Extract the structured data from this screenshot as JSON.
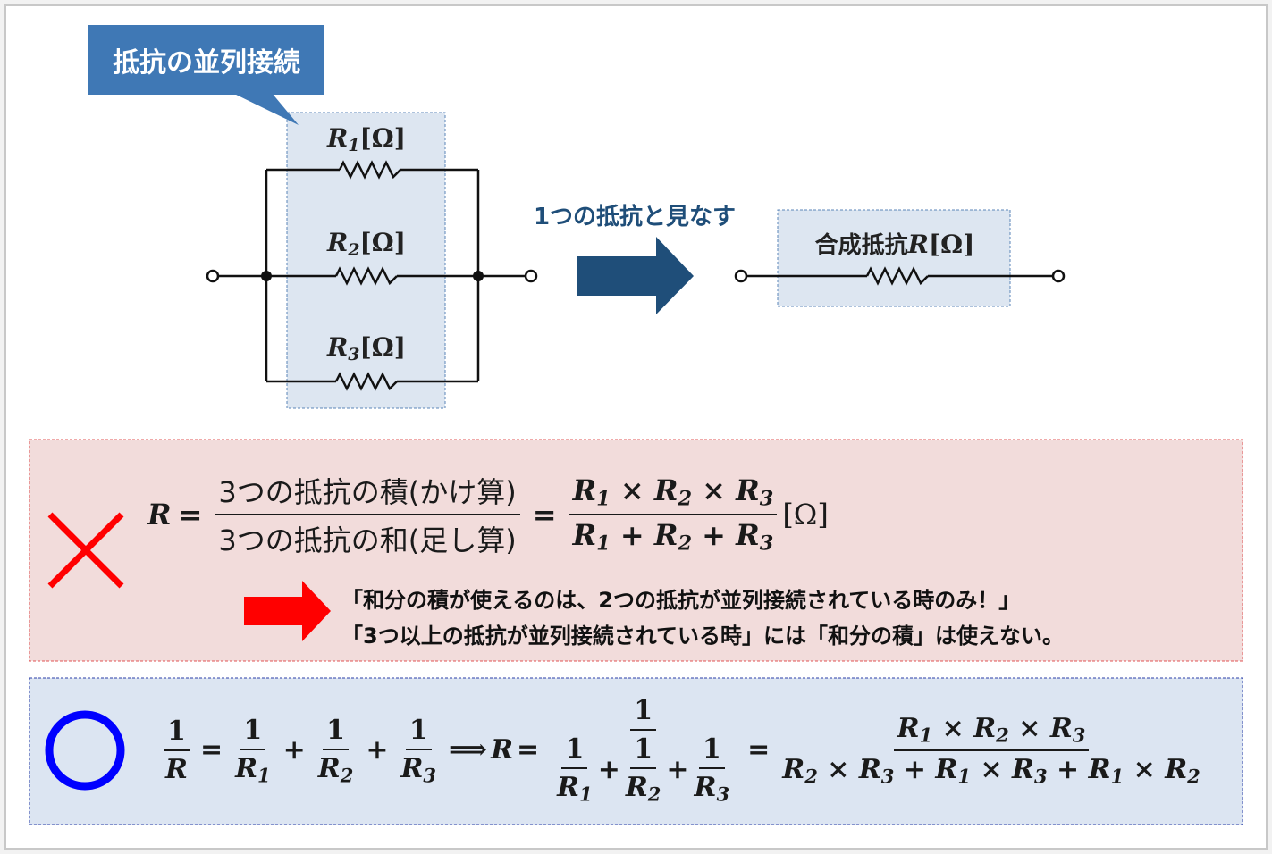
{
  "callout": {
    "title": "抵抗の並列接続"
  },
  "resistors": [
    {
      "symbol": "R",
      "sub": "1",
      "unit": "[Ω]"
    },
    {
      "symbol": "R",
      "sub": "2",
      "unit": "[Ω]"
    },
    {
      "symbol": "R",
      "sub": "3",
      "unit": "[Ω]"
    }
  ],
  "arrow_caption": "1つの抵抗と見なす",
  "combined": {
    "prefix": "合成抵抗",
    "symbol": "R",
    "unit": "[Ω]"
  },
  "wrong_box": {
    "lhs": "R",
    "equals": "=",
    "numerator_text": "3つの抵抗の積(かけ算)",
    "denominator_text": "3つの抵抗の和(足し算)",
    "product_expr": "R1 × R2 × R3",
    "sum_expr": "R1 + R2 + R3",
    "unit": "[Ω]",
    "note_line1": "「和分の積が使えるのは、2つの抵抗が並列接続されている時のみ！」",
    "note_line2": "「3つ以上の抵抗が並列接続されている時」には「和分の積」は使えない。"
  },
  "right_box": {
    "one": "1",
    "implies": "⟹",
    "plus": "+",
    "times": "×",
    "equals": "="
  },
  "colors": {
    "callout_fill": "#3f78b5",
    "highlight_fill": "#dde6f1",
    "highlight_border": "#5b86b8",
    "arrow_blue": "#1f4e79",
    "wrong_bg": "#f2dcdb",
    "wrong_border": "#e05555",
    "cross_red": "#ff0000",
    "note_arrow_red": "#ff0000",
    "right_bg": "#dce5f2",
    "right_border": "#2b3fa8",
    "circle_blue": "#0000ff"
  },
  "icons": {
    "wrong": "cross-icon",
    "right": "circle-icon"
  }
}
